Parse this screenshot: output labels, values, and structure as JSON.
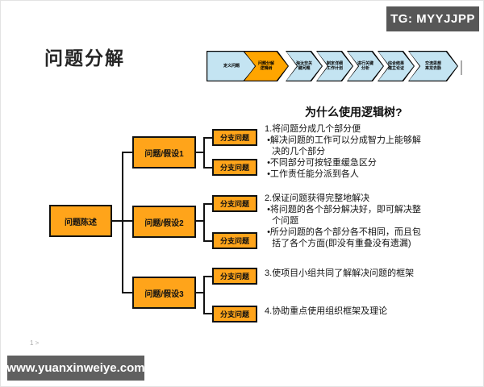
{
  "badge": {
    "label": "TG: MYYJJPP"
  },
  "title": "问题分解",
  "process_strip": {
    "colors": {
      "default": "#C4E4F2",
      "highlight": "#FFA500",
      "border": "#000000"
    },
    "steps": [
      {
        "label": "定义问题",
        "highlighted": false
      },
      {
        "label": "问题分解\n逻辑树",
        "highlighted": true
      },
      {
        "label": "淘汰非关\n键问题",
        "highlighted": false
      },
      {
        "label": "制定详细\n工作计划",
        "highlighted": false
      },
      {
        "label": "进行关键\n分析",
        "highlighted": false
      },
      {
        "label": "综合结果\n建立论证",
        "highlighted": false
      },
      {
        "label": "交流思想\n来龙去脉",
        "highlighted": false
      }
    ]
  },
  "tree": {
    "box_color": "#FFA41A",
    "root": "问题陈述",
    "hypotheses": [
      "问题/假设1",
      "问题/假设2",
      "问题/假设3"
    ],
    "branches": [
      "分支问题",
      "分支问题",
      "分支问题",
      "分支问题",
      "分支问题",
      "分支问题"
    ]
  },
  "why": {
    "heading": "为什么使用逻辑树?",
    "items": [
      {
        "text": "1.将问题分成几个部分便\n •解决问题的工作可以分成智力上能够解\n   决的几个部分\n •不同部分可按轻重缓急区分\n •工作责任能分派到各人"
      },
      {
        "text": "2.保证问题获得完整地解决\n •将问题的各个部分解决好，即可解决整\n   个问题\n •所分问题的各个部分各不相同，而且包\n   括了各个方面(即没有重叠没有遗漏)"
      },
      {
        "text": "3.使项目小组共同了解解决问题的框架"
      },
      {
        "text": "4.协助重点使用组织框架及理论"
      }
    ]
  },
  "footer": {
    "page_indicator": "1 >",
    "watermark": "www.yuanxinweiye.com"
  }
}
